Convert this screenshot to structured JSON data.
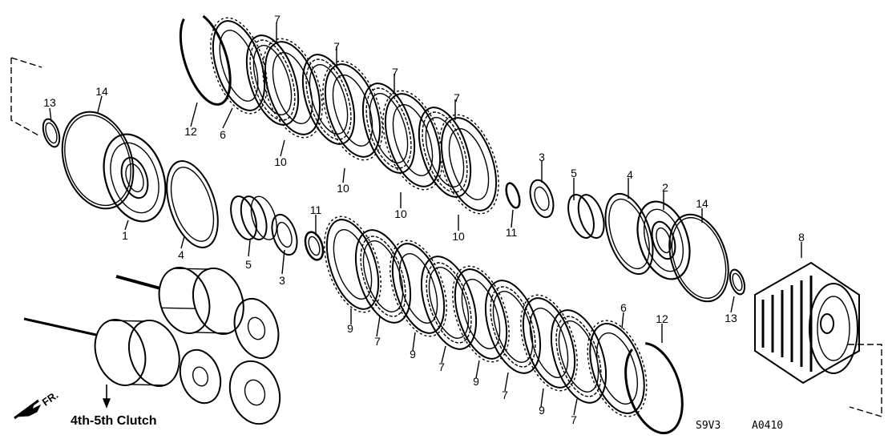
{
  "diagram": {
    "caption": "4th-5th Clutch",
    "ref_code_1": "S9V3",
    "ref_code_2": "A0410",
    "direction_label": "FR.",
    "callouts": [
      "1",
      "2",
      "3",
      "3",
      "4",
      "4",
      "5",
      "5",
      "6",
      "6",
      "7",
      "7",
      "7",
      "7",
      "7",
      "7",
      "7",
      "7",
      "7",
      "8",
      "9",
      "9",
      "9",
      "9",
      "10",
      "10",
      "10",
      "10",
      "11",
      "11",
      "12",
      "12",
      "13",
      "13",
      "14",
      "14"
    ]
  }
}
